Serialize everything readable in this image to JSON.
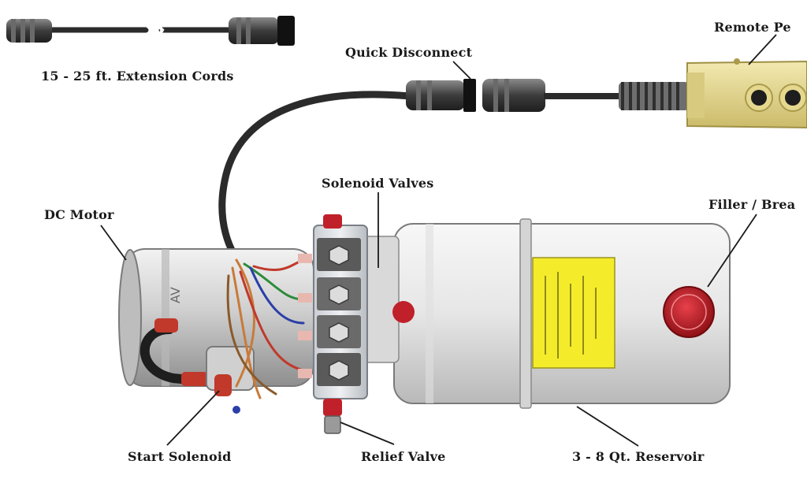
{
  "labels": {
    "extension_cords": "15 - 25 ft. Extension Cords",
    "quick_disconnect": "Quick Disconnect",
    "remote_pendant": "Remote Pe",
    "solenoid_valves": "Solenoid Valves",
    "dc_motor": "DC Motor",
    "filler_breather": "Filler / Brea",
    "start_solenoid": "Start Solenoid",
    "relief_valve": "Relief Valve",
    "reservoir": "3 - 8 Qt. Reservoir"
  },
  "colors": {
    "label_text": "#1a1a1a",
    "cable": "#2b2b2b",
    "connector": "#4a4a4a",
    "pendant_body": "#e9dc96",
    "reservoir_body": "#ececec",
    "motor_body": "#d4d4d4",
    "warning_label": "#f4ec2a",
    "filler_cap": "#c8202a",
    "wire_red": "#c0392b",
    "wire_green": "#2e8b3a",
    "wire_blue": "#2a3fa8",
    "wire_orange": "#c87a3a"
  }
}
